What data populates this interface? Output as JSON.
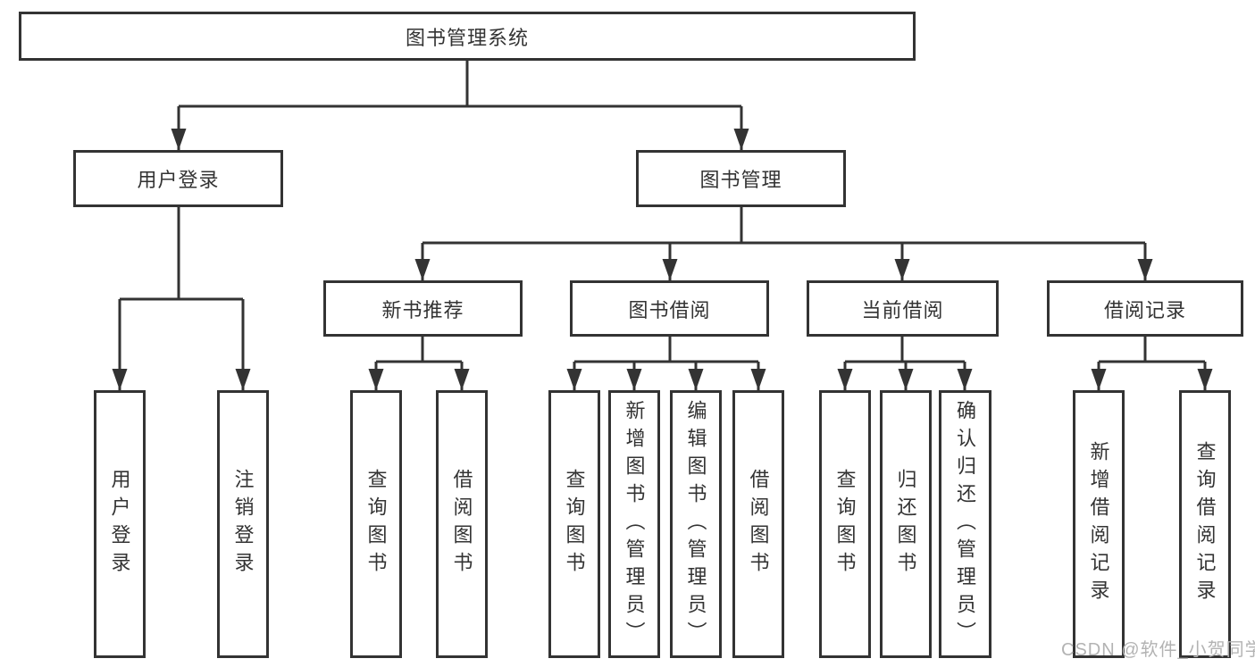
{
  "tree": {
    "root": {
      "label": "图书管理系统"
    },
    "branches": [
      {
        "label": "用户登录",
        "children": [
          {
            "label": "用户登录"
          },
          {
            "label": "注销登录"
          }
        ]
      },
      {
        "label": "图书管理",
        "sections": [
          {
            "label": "新书推荐",
            "children": [
              {
                "label": "查询图书"
              },
              {
                "label": "借阅图书"
              }
            ]
          },
          {
            "label": "图书借阅",
            "children": [
              {
                "label": "查询图书"
              },
              {
                "label": "新增图书（管理员）"
              },
              {
                "label": "编辑图书（管理员）"
              },
              {
                "label": "借阅图书"
              }
            ]
          },
          {
            "label": "当前借阅",
            "children": [
              {
                "label": "查询图书"
              },
              {
                "label": "归还图书"
              },
              {
                "label": "确认归还（管理员）"
              }
            ]
          },
          {
            "label": "借阅记录",
            "children": [
              {
                "label": "新增借阅记录"
              },
              {
                "label": "查询借阅记录"
              }
            ]
          }
        ]
      }
    ]
  },
  "watermark": {
    "text": "CSDN @软件_小贺同学"
  },
  "colors": {
    "line": "#333333",
    "text": "#333333",
    "watermark": "#b3b3b3",
    "background": "#ffffff"
  }
}
